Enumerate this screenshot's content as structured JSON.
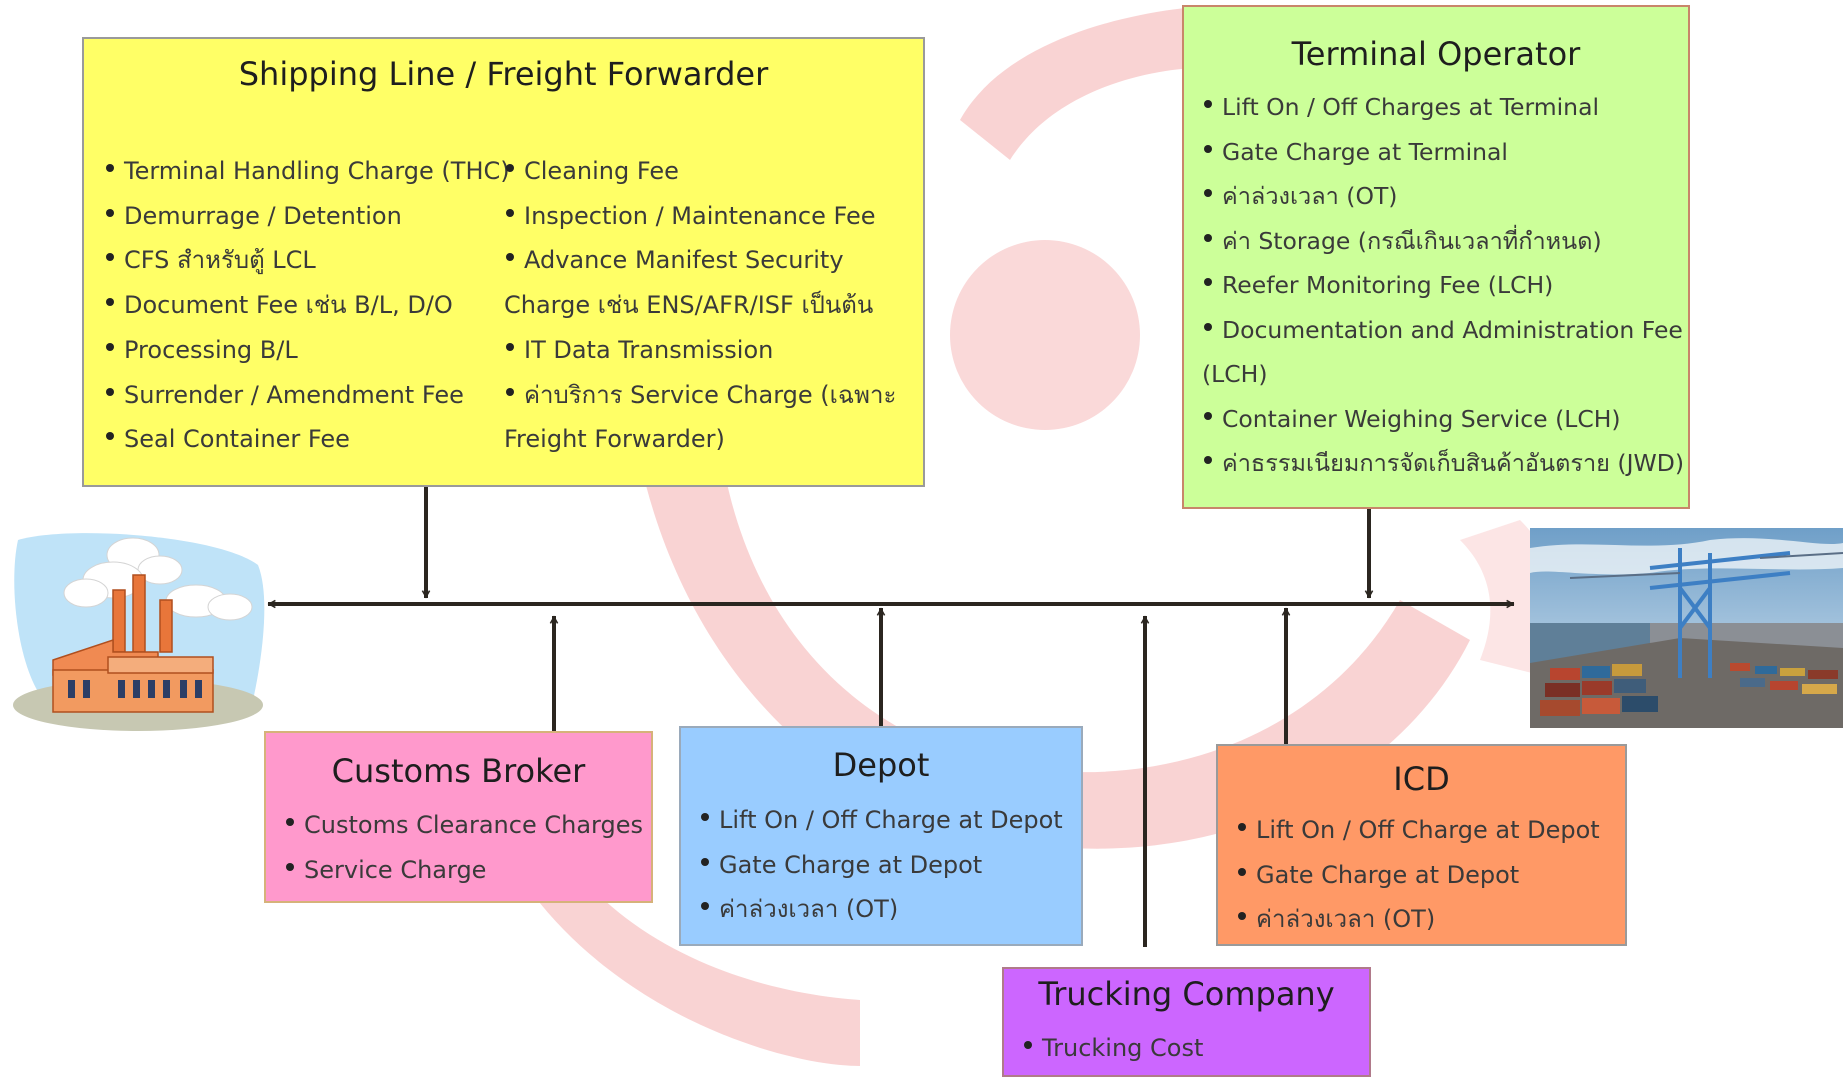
{
  "colors": {
    "shipping_bg": "#ffff66",
    "terminal_bg": "#ccff99",
    "customs_bg": "#ff99cc",
    "depot_bg": "#99ccff",
    "icd_bg": "#ff9966",
    "trucking_bg": "#cc66ff",
    "watermark": "#f7c6c6",
    "arrow": "#2b2620"
  },
  "shipping": {
    "title": "Shipping Line / Freight Forwarder",
    "col1": [
      "Terminal Handling Charge (THC)",
      "Demurrage / Detention",
      "CFS สำหรับตู้ LCL",
      "Document Fee เช่น B/L, D/O",
      "Processing B/L",
      "Surrender / Amendment Fee",
      "Seal Container Fee"
    ],
    "col2": [
      "Cleaning Fee",
      "Inspection / Maintenance Fee",
      "Advance Manifest Security",
      "Charge เช่น ENS/AFR/ISF เป็นต้น",
      "IT Data Transmission",
      "ค่าบริการ Service Charge (เฉพาะ",
      "Freight Forwarder)"
    ]
  },
  "terminal": {
    "title": "Terminal Operator",
    "items": [
      "Lift On / Off Charges at Terminal",
      "Gate Charge at Terminal",
      "ค่าล่วงเวลา (OT)",
      "ค่า Storage (กรณีเกินเวลาที่กำหนด)",
      "Reefer Monitoring Fee (LCH)",
      "Documentation and Administration Fee",
      "(LCH)",
      "Container Weighing Service (LCH)",
      "ค่าธรรมเนียมการจัดเก็บสินค้าอันตราย  (JWD)"
    ]
  },
  "customs": {
    "title": "Customs Broker",
    "items": [
      "Customs Clearance Charges",
      "Service Charge"
    ]
  },
  "depot": {
    "title": "Depot",
    "items": [
      "Lift On / Off Charge at Depot",
      "Gate Charge at Depot",
      "ค่าล่วงเวลา (OT)"
    ]
  },
  "icd": {
    "title": "ICD",
    "items": [
      "Lift On / Off Charge at Depot",
      "Gate Charge at Depot",
      "ค่าล่วงเวลา (OT)"
    ]
  },
  "trucking": {
    "title": "Trucking Company",
    "items": [
      "Trucking Cost"
    ]
  },
  "images": {
    "left": "factory-illustration",
    "right": "container-port-photo"
  }
}
